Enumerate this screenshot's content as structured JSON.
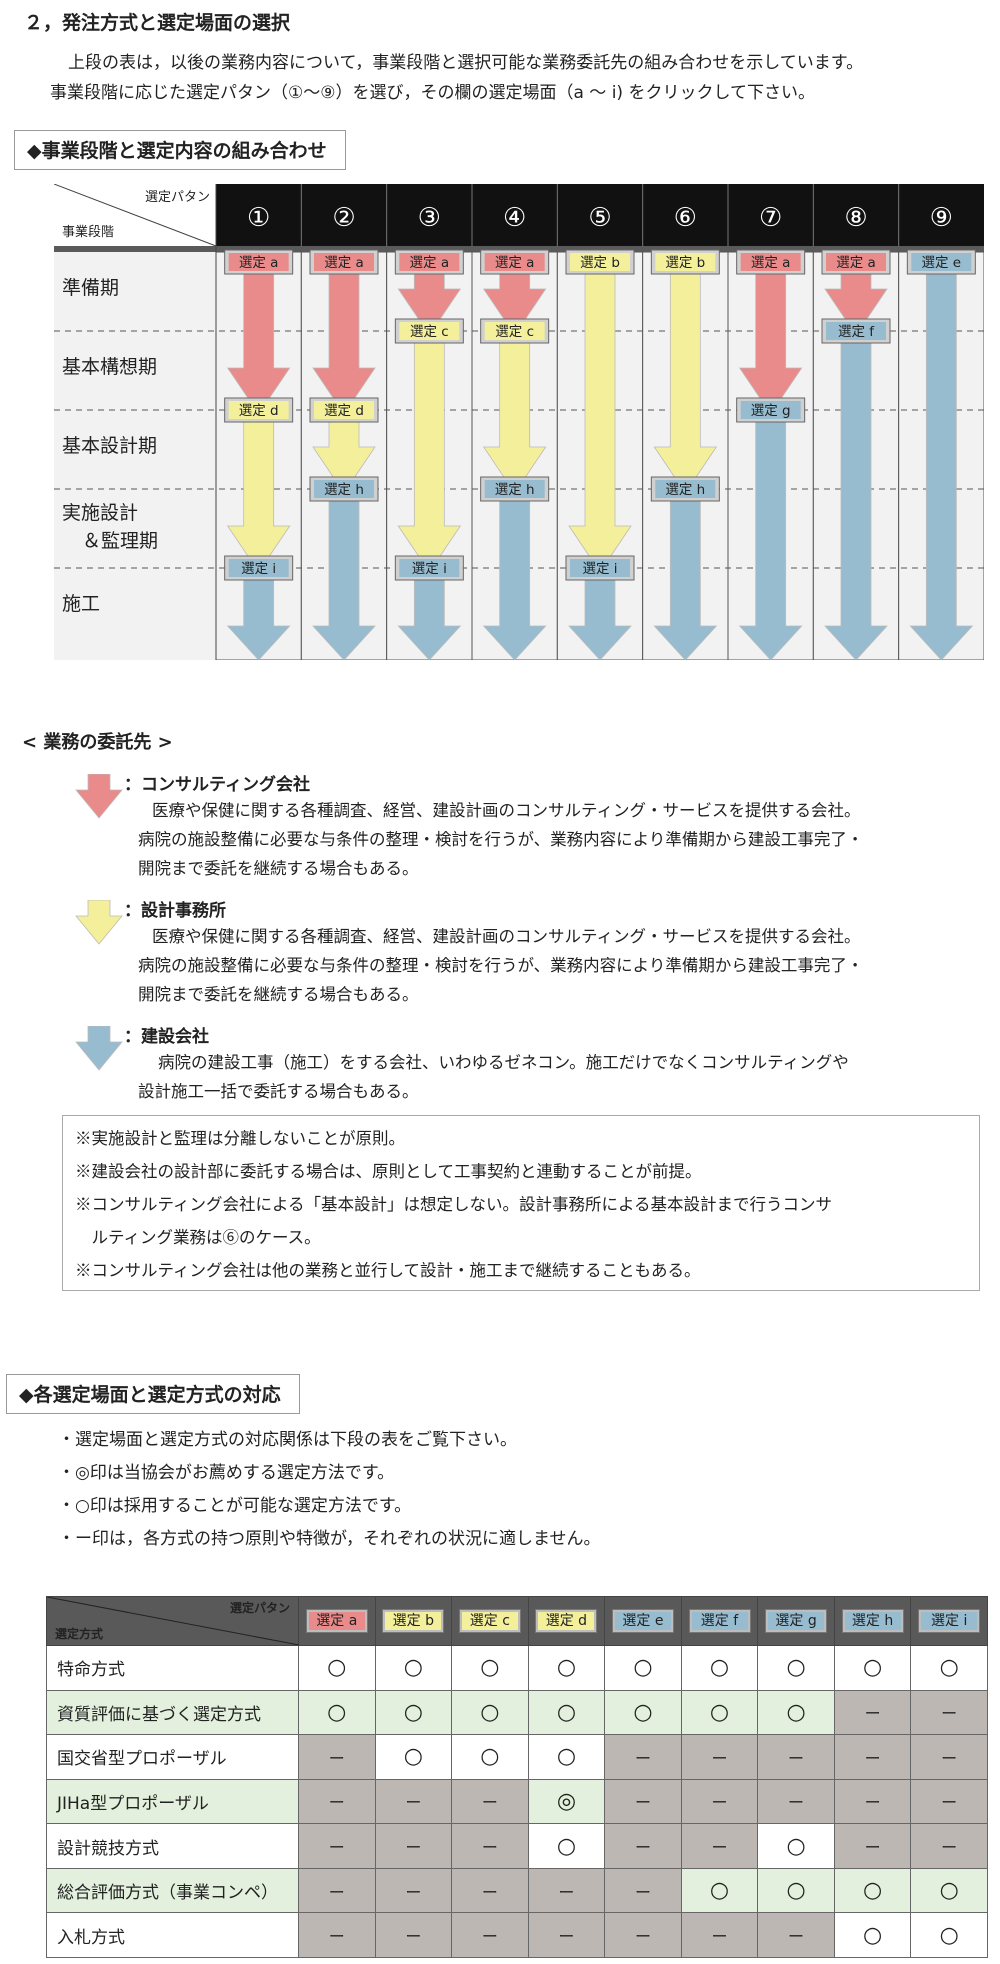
{
  "header": {
    "title": "２，発注方式と選定場面の選択",
    "intro": [
      "上段の表は，以後の業務内容について，事業段階と選択可能な業務委託先の組み合わせを示しています。",
      "事業段階に応じた選定パタン（①〜⑨）を選び，その欄の選定場面（a 〜 i) をクリックして下さい。"
    ]
  },
  "section1": {
    "title": "◆事業段階と選定内容の組み合わせ",
    "corner_top": "選定パタン",
    "corner_bottom": "事業段階",
    "patterns": [
      "①",
      "②",
      "③",
      "④",
      "⑤",
      "⑥",
      "⑦",
      "⑧",
      "⑨"
    ],
    "stages": [
      "準備期",
      "基本構想期",
      "基本設計期",
      "実施設計",
      "＆監理期",
      "施工"
    ],
    "colors": {
      "consult": "#e98b8b",
      "design": "#f3ef9b",
      "construct": "#97bccf"
    },
    "flows": [
      {
        "pattern": "①",
        "segments": [
          {
            "who": "consult",
            "from": 0,
            "to": 2
          },
          {
            "who": "design",
            "from": 2,
            "to": 4
          },
          {
            "who": "construct",
            "from": 4,
            "to": 5
          }
        ],
        "chips": [
          {
            "label": "選定 a",
            "at": 0,
            "who": "consult"
          },
          {
            "label": "選定 d",
            "at": 2,
            "who": "design"
          },
          {
            "label": "選定 i",
            "at": 4,
            "who": "construct"
          }
        ]
      },
      {
        "pattern": "②",
        "segments": [
          {
            "who": "consult",
            "from": 0,
            "to": 2
          },
          {
            "who": "design",
            "from": 2,
            "to": 3
          },
          {
            "who": "construct",
            "from": 3,
            "to": 5
          }
        ],
        "chips": [
          {
            "label": "選定 a",
            "at": 0,
            "who": "consult"
          },
          {
            "label": "選定 d",
            "at": 2,
            "who": "design"
          },
          {
            "label": "選定 h",
            "at": 3,
            "who": "construct"
          }
        ]
      },
      {
        "pattern": "③",
        "segments": [
          {
            "who": "consult",
            "from": 0,
            "to": 1
          },
          {
            "who": "design",
            "from": 1,
            "to": 4
          },
          {
            "who": "construct",
            "from": 4,
            "to": 5
          }
        ],
        "chips": [
          {
            "label": "選定 a",
            "at": 0,
            "who": "consult"
          },
          {
            "label": "選定 c",
            "at": 1,
            "who": "design"
          },
          {
            "label": "選定 i",
            "at": 4,
            "who": "construct"
          }
        ]
      },
      {
        "pattern": "④",
        "segments": [
          {
            "who": "consult",
            "from": 0,
            "to": 1
          },
          {
            "who": "design",
            "from": 1,
            "to": 3
          },
          {
            "who": "construct",
            "from": 3,
            "to": 5
          }
        ],
        "chips": [
          {
            "label": "選定 a",
            "at": 0,
            "who": "consult"
          },
          {
            "label": "選定 c",
            "at": 1,
            "who": "design"
          },
          {
            "label": "選定 h",
            "at": 3,
            "who": "construct"
          }
        ]
      },
      {
        "pattern": "⑤",
        "segments": [
          {
            "who": "design",
            "from": 0,
            "to": 4
          },
          {
            "who": "construct",
            "from": 4,
            "to": 5
          }
        ],
        "chips": [
          {
            "label": "選定 b",
            "at": 0,
            "who": "design"
          },
          {
            "label": "選定 i",
            "at": 4,
            "who": "construct"
          }
        ]
      },
      {
        "pattern": "⑥",
        "segments": [
          {
            "who": "design",
            "from": 0,
            "to": 3
          },
          {
            "who": "construct",
            "from": 3,
            "to": 5
          }
        ],
        "chips": [
          {
            "label": "選定 b",
            "at": 0,
            "who": "design"
          },
          {
            "label": "選定 h",
            "at": 3,
            "who": "construct"
          }
        ]
      },
      {
        "pattern": "⑦",
        "segments": [
          {
            "who": "consult",
            "from": 0,
            "to": 2
          },
          {
            "who": "construct",
            "from": 2,
            "to": 5
          }
        ],
        "chips": [
          {
            "label": "選定 a",
            "at": 0,
            "who": "consult"
          },
          {
            "label": "選定 g",
            "at": 2,
            "who": "construct"
          }
        ]
      },
      {
        "pattern": "⑧",
        "segments": [
          {
            "who": "consult",
            "from": 0,
            "to": 1
          },
          {
            "who": "construct",
            "from": 1,
            "to": 5
          }
        ],
        "chips": [
          {
            "label": "選定 a",
            "at": 0,
            "who": "consult"
          },
          {
            "label": "選定 f",
            "at": 1,
            "who": "construct"
          }
        ]
      },
      {
        "pattern": "⑨",
        "segments": [
          {
            "who": "construct",
            "from": 0,
            "to": 5
          }
        ],
        "chips": [
          {
            "label": "選定 e",
            "at": 0,
            "who": "construct"
          }
        ]
      }
    ]
  },
  "legend": {
    "title": "< 業務の委託先 >",
    "items": [
      {
        "who": "consult",
        "name": "：コンサルティング会社",
        "desc": [
          "医療や保健に関する各種調査、経営、建設計画のコンサルティング・サービスを提供する会社。",
          "病院の施設整備に必要な与条件の整理・検討を行うが、業務内容により準備期から建設工事完了・",
          "開院まで委託を継続する場合もある。"
        ]
      },
      {
        "who": "design",
        "name": "：設計事務所",
        "desc": [
          "医療や保健に関する各種調査、経営、建設計画のコンサルティング・サービスを提供する会社。",
          "病院の施設整備に必要な与条件の整理・検討を行うが、業務内容により準備期から建設工事完了・",
          "開院まで委託を継続する場合もある。"
        ]
      },
      {
        "who": "construct",
        "name": "：建設会社",
        "desc": [
          "病院の建設工事（施工）をする会社、いわゆるゼネコン。施工だけでなくコンサルティングや",
          "設計施工一括で委託する場合もある。"
        ]
      }
    ]
  },
  "notes": [
    "※実施設計と監理は分離しないことが原則。",
    "※建設会社の設計部に委託する場合は、原則として工事契約と連動することが前提。",
    "※コンサルティング会社による「基本設計」は想定しない。設計事務所による基本設計まで行うコンサ",
    "　ルティング業務は⑥のケース。",
    "※コンサルティング会社は他の業務と並行して設計・施工まで継続することもある。"
  ],
  "section2": {
    "title": "◆各選定場面と選定方式の対応",
    "bullets": [
      "・選定場面と選定方式の対応関係は下段の表をご覧下さい。",
      "・◎印は当協会がお薦めする選定方法です。",
      "・○印は採用することが可能な選定方法です。",
      "・ー印は，各方式の持つ原則や特徴が，それぞれの状況に適しません。"
    ],
    "corner_top": "選定パタン",
    "corner_bottom": "選定方式",
    "columns": [
      {
        "label": "選定 a",
        "color": "#e98b8b"
      },
      {
        "label": "選定 b",
        "color": "#f3ef9b"
      },
      {
        "label": "選定 c",
        "color": "#f3ef9b"
      },
      {
        "label": "選定 d",
        "color": "#f3ef9b"
      },
      {
        "label": "選定 e",
        "color": "#97bccf"
      },
      {
        "label": "選定 f",
        "color": "#97bccf"
      },
      {
        "label": "選定 g",
        "color": "#97bccf"
      },
      {
        "label": "選定 h",
        "color": "#97bccf"
      },
      {
        "label": "選定 i",
        "color": "#97bccf"
      }
    ],
    "rows": [
      {
        "label": "特命方式",
        "marks": [
          "○",
          "○",
          "○",
          "○",
          "○",
          "○",
          "○",
          "○",
          "○"
        ]
      },
      {
        "label": "資質評価に基づく選定方式",
        "marks": [
          "○",
          "○",
          "○",
          "○",
          "○",
          "○",
          "○",
          "ー",
          "ー"
        ]
      },
      {
        "label": "国交省型プロポーザル",
        "marks": [
          "ー",
          "○",
          "○",
          "○",
          "ー",
          "ー",
          "ー",
          "ー",
          "ー"
        ]
      },
      {
        "label": "JIHa型プロポーザル",
        "marks": [
          "ー",
          "ー",
          "ー",
          "◎",
          "ー",
          "ー",
          "ー",
          "ー",
          "ー"
        ]
      },
      {
        "label": "設計競技方式",
        "marks": [
          "ー",
          "ー",
          "ー",
          "○",
          "ー",
          "ー",
          "○",
          "ー",
          "ー"
        ]
      },
      {
        "label": "総合評価方式（事業コンペ）",
        "marks": [
          "ー",
          "ー",
          "ー",
          "ー",
          "ー",
          "○",
          "○",
          "○",
          "○"
        ]
      },
      {
        "label": "入札方式",
        "marks": [
          "ー",
          "ー",
          "ー",
          "ー",
          "ー",
          "ー",
          "ー",
          "○",
          "○"
        ]
      }
    ]
  }
}
